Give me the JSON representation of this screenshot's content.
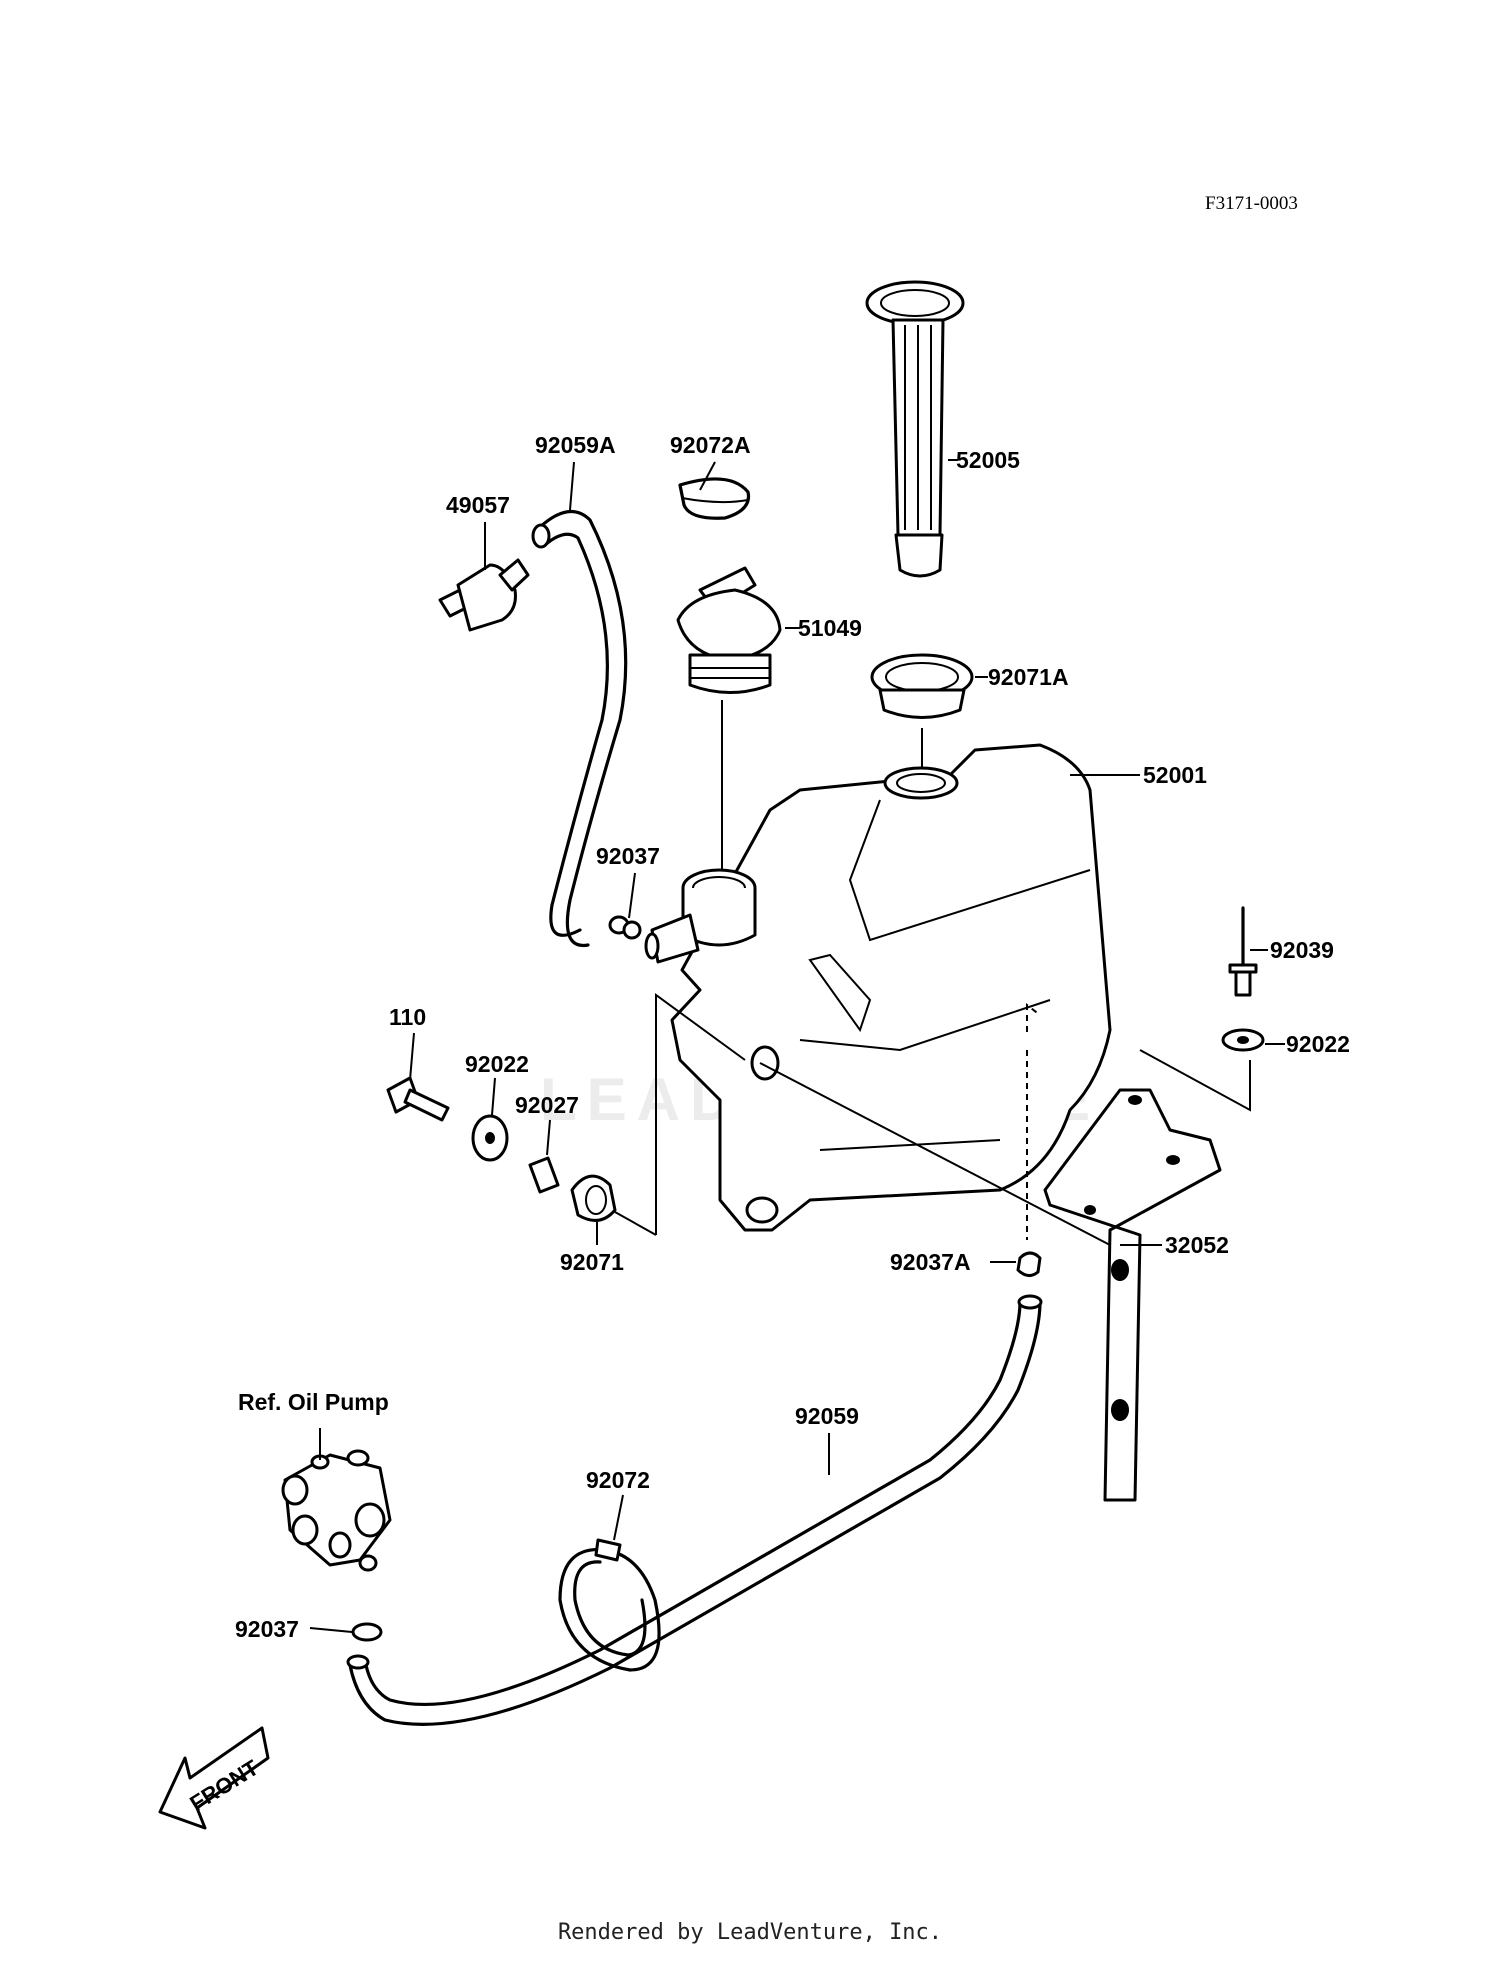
{
  "ref_code": "F3171-0003",
  "watermark": "LEADVENTURE",
  "front_label": "FRONT",
  "footer": "Rendered by LeadVenture, Inc.",
  "parts": {
    "p92059A": "92059A",
    "p92072A": "92072A",
    "p49057": "49057",
    "p52005": "52005",
    "p51049": "51049",
    "p92071A": "92071A",
    "p52001": "52001",
    "p92037_top": "92037",
    "p92039": "92039",
    "p92022_right": "92022",
    "p110": "110",
    "p92022_left": "92022",
    "p92027": "92027",
    "p92071": "92071",
    "p92037A": "92037A",
    "p32052": "32052",
    "ref_oil_pump": "Ref. Oil Pump",
    "p92059": "92059",
    "p92072": "92072",
    "p92037_bottom": "92037"
  }
}
